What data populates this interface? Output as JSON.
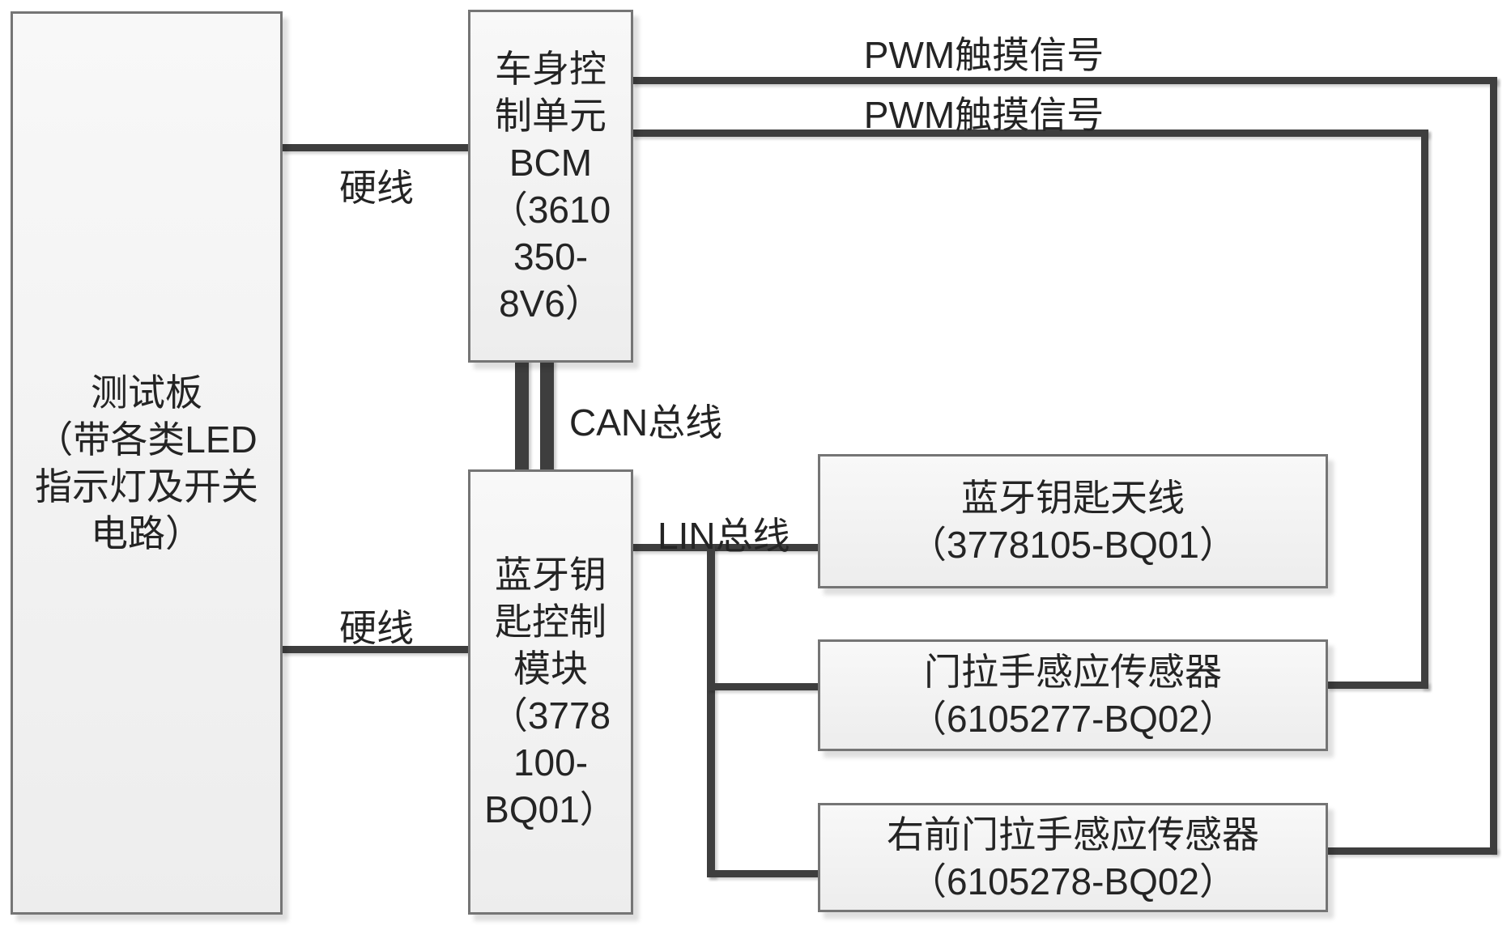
{
  "nodes": {
    "test_board": {
      "label": "测试板\n（带各类LED\n指示灯及开关\n电路）"
    },
    "bcm": {
      "label": "车身控\n制单元\nBCM\n（3610\n350-\n8V6）"
    },
    "ble_key_module": {
      "label": "蓝牙钥\n匙控制\n模块\n（3778\n100-\nBQ01）"
    },
    "ble_key_antenna": {
      "label": "蓝牙钥匙天线\n（3778105-BQ01）"
    },
    "door_handle_sensor": {
      "label": "门拉手感应传感器\n（6105277-BQ02）"
    },
    "right_front_door_handle_sensor": {
      "label": "右前门拉手感应传感器\n（6105278-BQ02）"
    }
  },
  "edge_labels": {
    "hard_wire_top": "硬线",
    "hard_wire_bottom": "硬线",
    "pwm_touch_signal_1": "PWM触摸信号",
    "pwm_touch_signal_2": "PWM触摸信号",
    "can_bus": "CAN总线",
    "lin_bus": "LIN总线"
  },
  "colors": {
    "line": "#3e3e3e",
    "box_border": "#757575",
    "box_fill_top": "#f8f8f8",
    "box_fill_bottom": "#ededed",
    "text": "#242424",
    "background": "#ffffff"
  }
}
